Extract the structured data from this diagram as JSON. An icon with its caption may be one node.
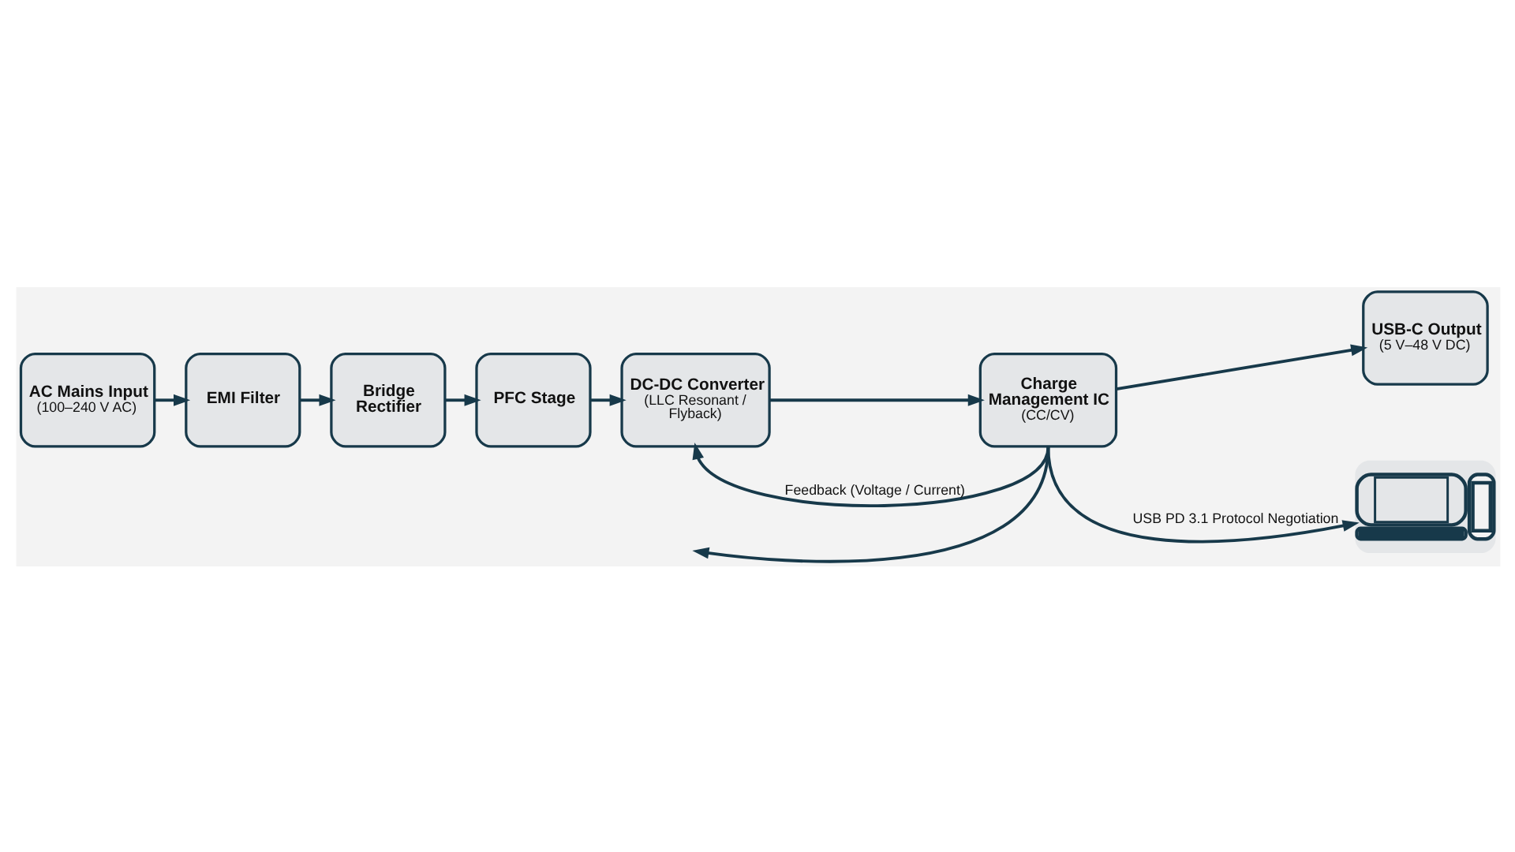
{
  "diagram": {
    "nodes": [
      {
        "text": [
          "AC Mains Input",
          "(100–240 V AC)"
        ]
      },
      {
        "text": [
          "EMI Filter"
        ]
      },
      {
        "text": [
          "Bridge Rectifier"
        ]
      },
      {
        "text": [
          "PFC Stage"
        ]
      },
      {
        "text": [
          "DC-DC Converter",
          "(LLC Resonant / Flyback)"
        ]
      },
      {
        "text": [
          "Charge Management IC",
          "(CC/CV)"
        ]
      },
      {
        "text": [
          "USB-C Output",
          "(5 V–48 V DC)"
        ]
      },
      {
        "text": [],
        "shape": "picture"
      }
    ],
    "edges": [
      {
        "from": 0,
        "to": 1,
        "arrow": "to"
      },
      {
        "from": 1,
        "to": 2,
        "arrow": "to"
      },
      {
        "from": 2,
        "to": 3,
        "arrow": "to"
      },
      {
        "from": 3,
        "to": 4,
        "arrow": "to"
      },
      {
        "from": 4,
        "to": 5,
        "arrow": "to"
      },
      {
        "from": 5,
        "to": 6,
        "arrow": "to"
      },
      {
        "from": 5,
        "to": 4,
        "arrow": "to",
        "label": "Feedback (Voltage / Current)"
      },
      {
        "from": 5,
        "to": 7,
        "arrow": "to",
        "label": "USB PD 3.1 Protocol Negotiation"
      },
      {
        "from": 5,
        "to": null,
        "arrow": "to"
      }
    ]
  }
}
